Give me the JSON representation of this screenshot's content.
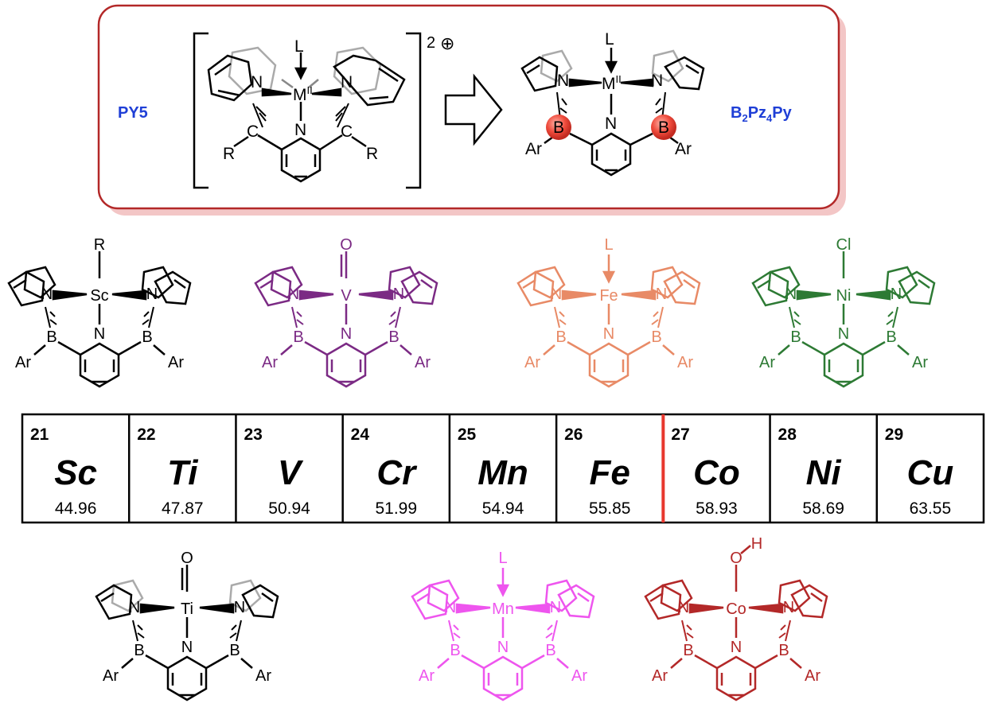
{
  "top": {
    "left_label": "PY5",
    "right_label_main": "B",
    "right_label_sub1": "2",
    "right_label_mid": "Pz",
    "right_label_sub2": "4",
    "right_label_end": "Py",
    "charge": "2",
    "charge_sign": "⊕",
    "metal": "M",
    "ox_state": "II",
    "ligand": "L",
    "substituent": "R",
    "aryl": "Ar",
    "nitrogen": "N",
    "carbon": "C",
    "boron": "B"
  },
  "complexes": [
    {
      "metal": "Sc",
      "apical": "R",
      "color": "#000000",
      "apical_arrow": false
    },
    {
      "metal": "V",
      "apical": "O",
      "color": "#7b2a84",
      "apical_arrow": false
    },
    {
      "metal": "Fe",
      "apical": "L",
      "color": "#e88a66",
      "apical_arrow": true
    },
    {
      "metal": "Ni",
      "apical": "Cl",
      "color": "#2d7a34",
      "apical_arrow": false
    },
    {
      "metal": "Ti",
      "apical": "O",
      "color": "#000000",
      "apical_arrow": false
    },
    {
      "metal": "Mn",
      "apical": "L",
      "color": "#ee55ee",
      "apical_arrow": true
    },
    {
      "metal": "Co",
      "apical": "O",
      "apical_h": "H",
      "color": "#b32828",
      "apical_arrow": false
    }
  ],
  "periodic_table": [
    {
      "number": "21",
      "symbol": "Sc",
      "mass": "44.96"
    },
    {
      "number": "22",
      "symbol": "Ti",
      "mass": "47.87"
    },
    {
      "number": "23",
      "symbol": "V",
      "mass": "50.94"
    },
    {
      "number": "24",
      "symbol": "Cr",
      "mass": "51.99"
    },
    {
      "number": "25",
      "symbol": "Mn",
      "mass": "54.94"
    },
    {
      "number": "26",
      "symbol": "Fe",
      "mass": "55.85"
    },
    {
      "number": "27",
      "symbol": "Co",
      "mass": "58.93"
    },
    {
      "number": "28",
      "symbol": "Ni",
      "mass": "58.69"
    },
    {
      "number": "29",
      "symbol": "Cu",
      "mass": "63.55"
    }
  ],
  "colors": {
    "frame": "#b32828",
    "frame_shadow": "#f3c6c6",
    "label_blue": "#1f3fd6",
    "divider_red": "#e8382e",
    "boron_highlight": "#e8382e"
  }
}
